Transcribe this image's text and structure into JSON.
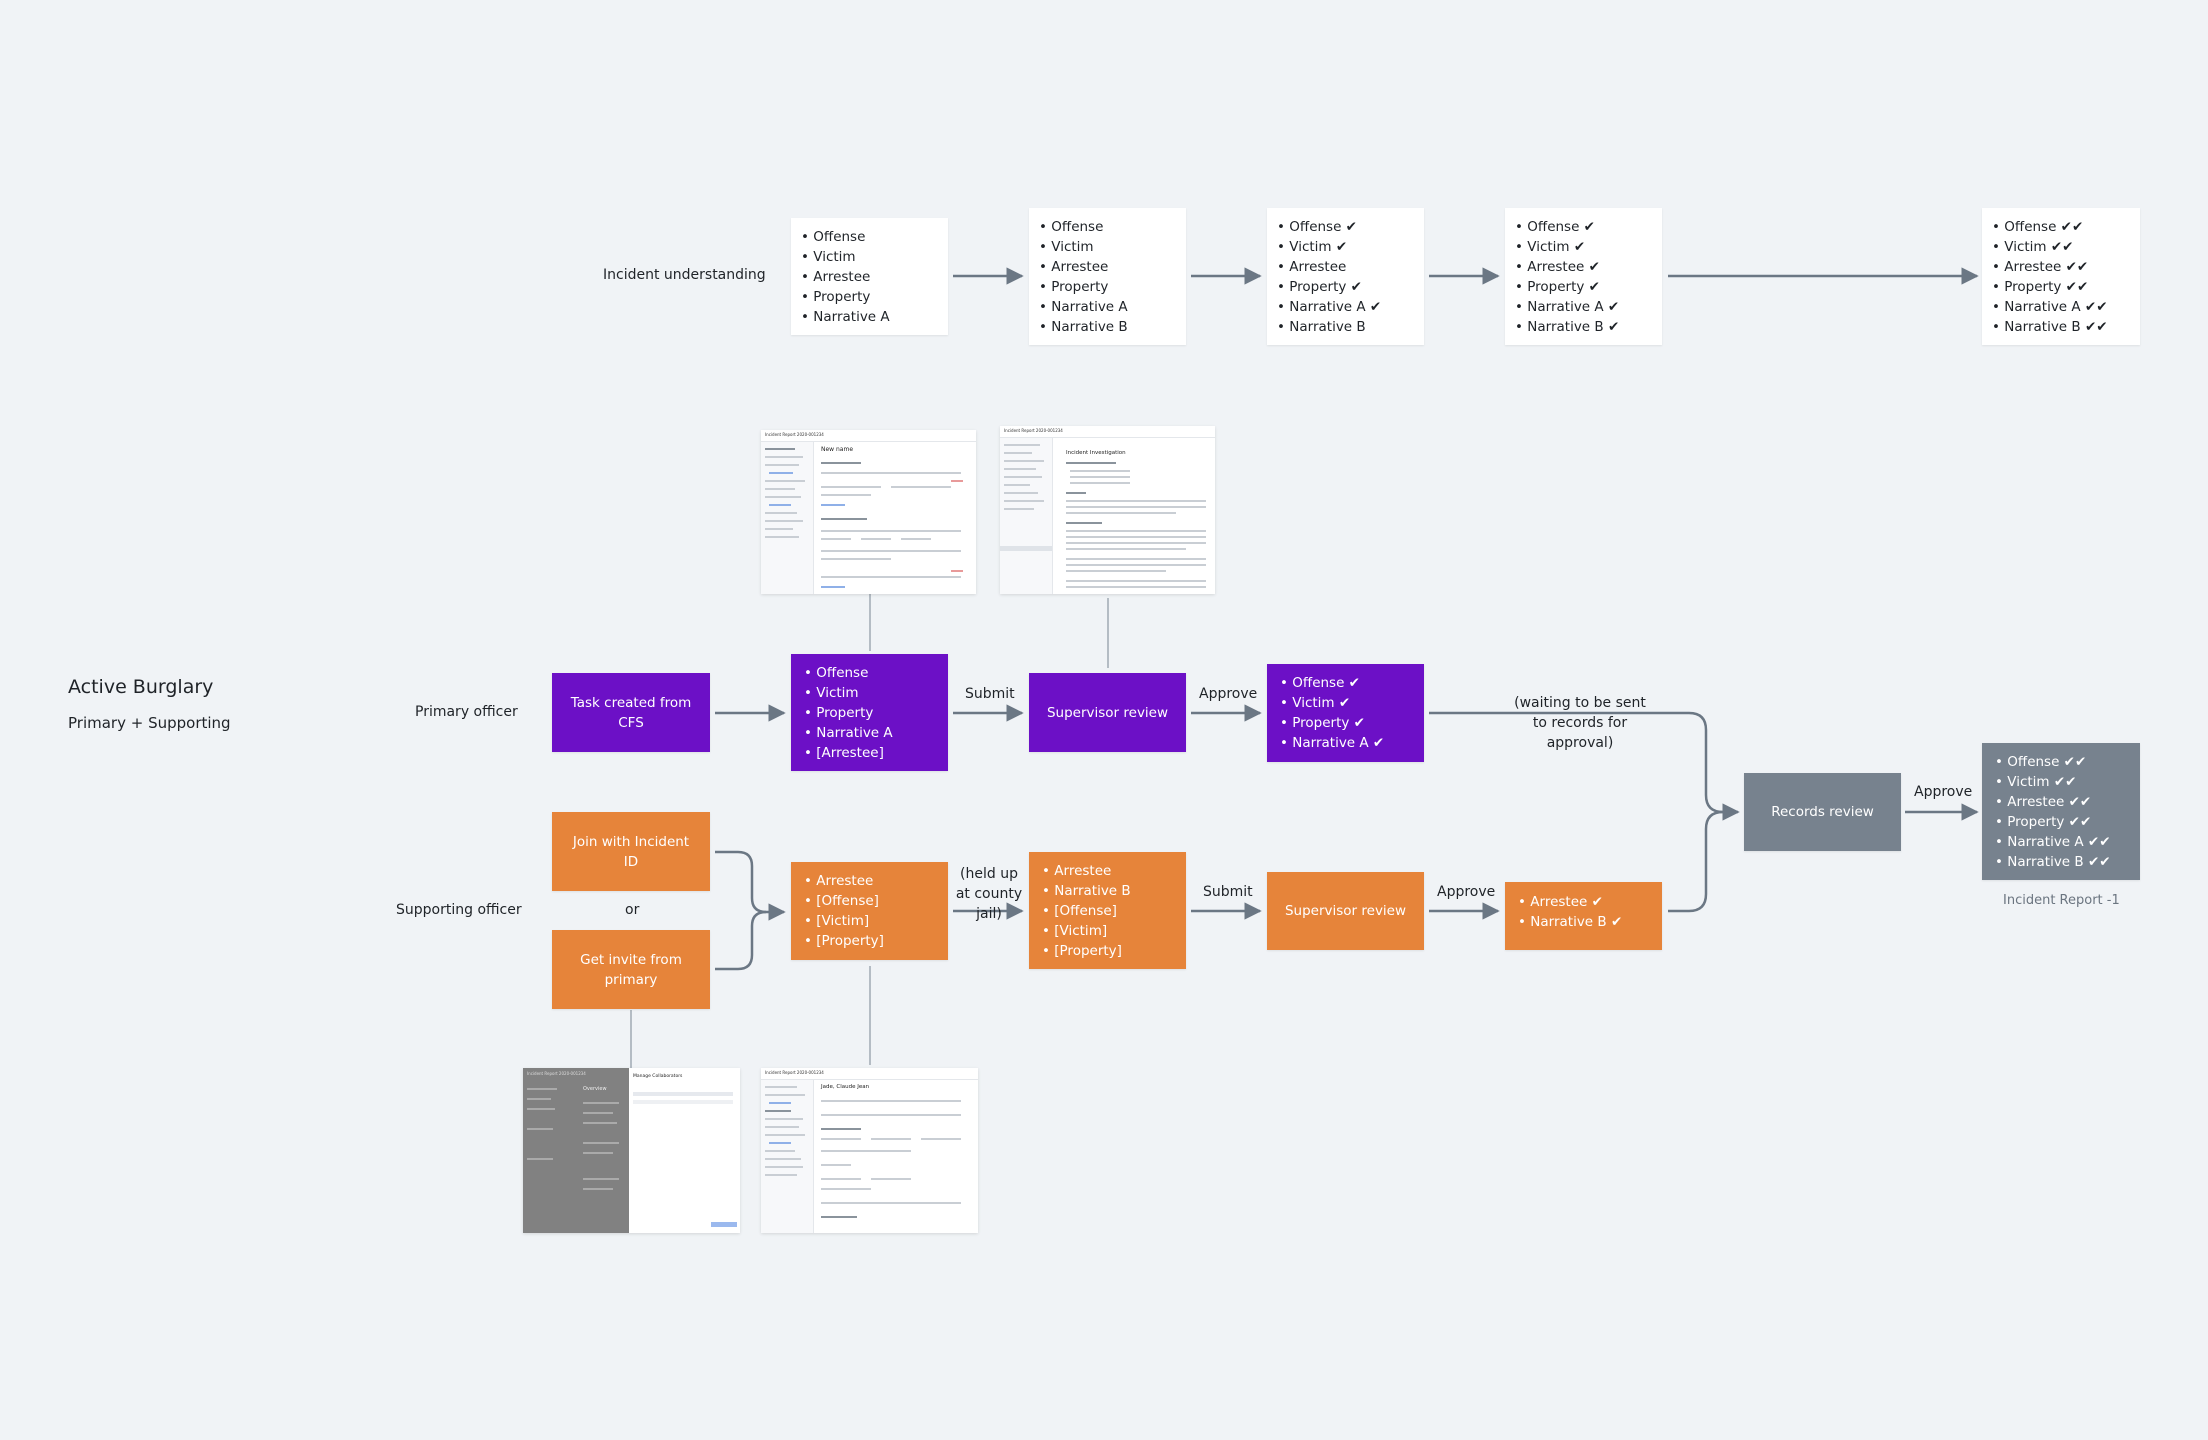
{
  "title": {
    "heading": "Active Burglary",
    "subheading": "Primary + Supporting"
  },
  "lanes": {
    "incident_understanding": "Incident understanding",
    "primary_officer": "Primary officer",
    "supporting_officer": "Supporting officer",
    "or": "or"
  },
  "understanding": [
    [
      "Offense",
      "Victim",
      "Arrestee",
      "Property",
      "Narrative A"
    ],
    [
      "Offense",
      "Victim",
      "Arrestee",
      "Property",
      "Narrative A",
      "Narrative B"
    ],
    [
      "Offense ✔",
      "Victim ✔",
      "Arrestee",
      "Property ✔",
      "Narrative A ✔",
      "Narrative B"
    ],
    [
      "Offense ✔",
      "Victim ✔",
      "Arrestee ✔",
      "Property ✔",
      "Narrative A ✔",
      "Narrative B ✔"
    ],
    [
      "Offense ✔✔",
      "Victim ✔✔",
      "Arrestee ✔✔",
      "Property ✔✔",
      "Narrative A ✔✔",
      "Narrative B ✔✔"
    ]
  ],
  "primary": {
    "task": "Task created from CFS",
    "draft": [
      "Offense",
      "Victim",
      "Property",
      "Narrative A",
      "[Arrestee]"
    ],
    "supervisor": "Supervisor review",
    "approved": [
      "Offense ✔",
      "Victim ✔",
      "Property ✔",
      "Narrative A ✔"
    ],
    "waiting": "(waiting to be sent to records for approval)"
  },
  "supporting": {
    "join": "Join with Incident ID",
    "invite": "Get invite from primary",
    "draft": [
      "Arrestee",
      "[Offense]",
      "[Victim]",
      "[Property]"
    ],
    "held": "(held up at county jail)",
    "draft2": [
      "Arrestee",
      "Narrative B",
      "[Offense]",
      "[Victim]",
      "[Property]"
    ],
    "supervisor": "Supervisor review",
    "approved": [
      "Arrestee ✔",
      "Narrative B ✔"
    ]
  },
  "edges": {
    "submit": "Submit",
    "approve": "Approve"
  },
  "records": {
    "review": "Records review",
    "final": [
      "Offense ✔✔",
      "Victim ✔✔",
      "Arrestee ✔✔",
      "Property ✔✔",
      "Narrative A ✔✔",
      "Narrative B ✔✔"
    ],
    "caption": "Incident Report -1"
  },
  "thumbnails": {
    "t1_title": "Incident Report 2020-001234",
    "t1_heading": "New name",
    "t2_title": "Incident Report 2020-001234",
    "t2_heading": "Incident Investigation",
    "t3_title": "Incident Report 2020-001234",
    "t3_heading": "Overview",
    "t3_modal": "Manage Collaborators",
    "t4_title": "Incident Report 2020-001234",
    "t4_heading": "Jade, Claude Jean"
  },
  "colors": {
    "primary": "#6c10c6",
    "supporting": "#e6843a",
    "records": "#77828e",
    "connector": "#6b7784",
    "background": "#f0f3f6"
  }
}
